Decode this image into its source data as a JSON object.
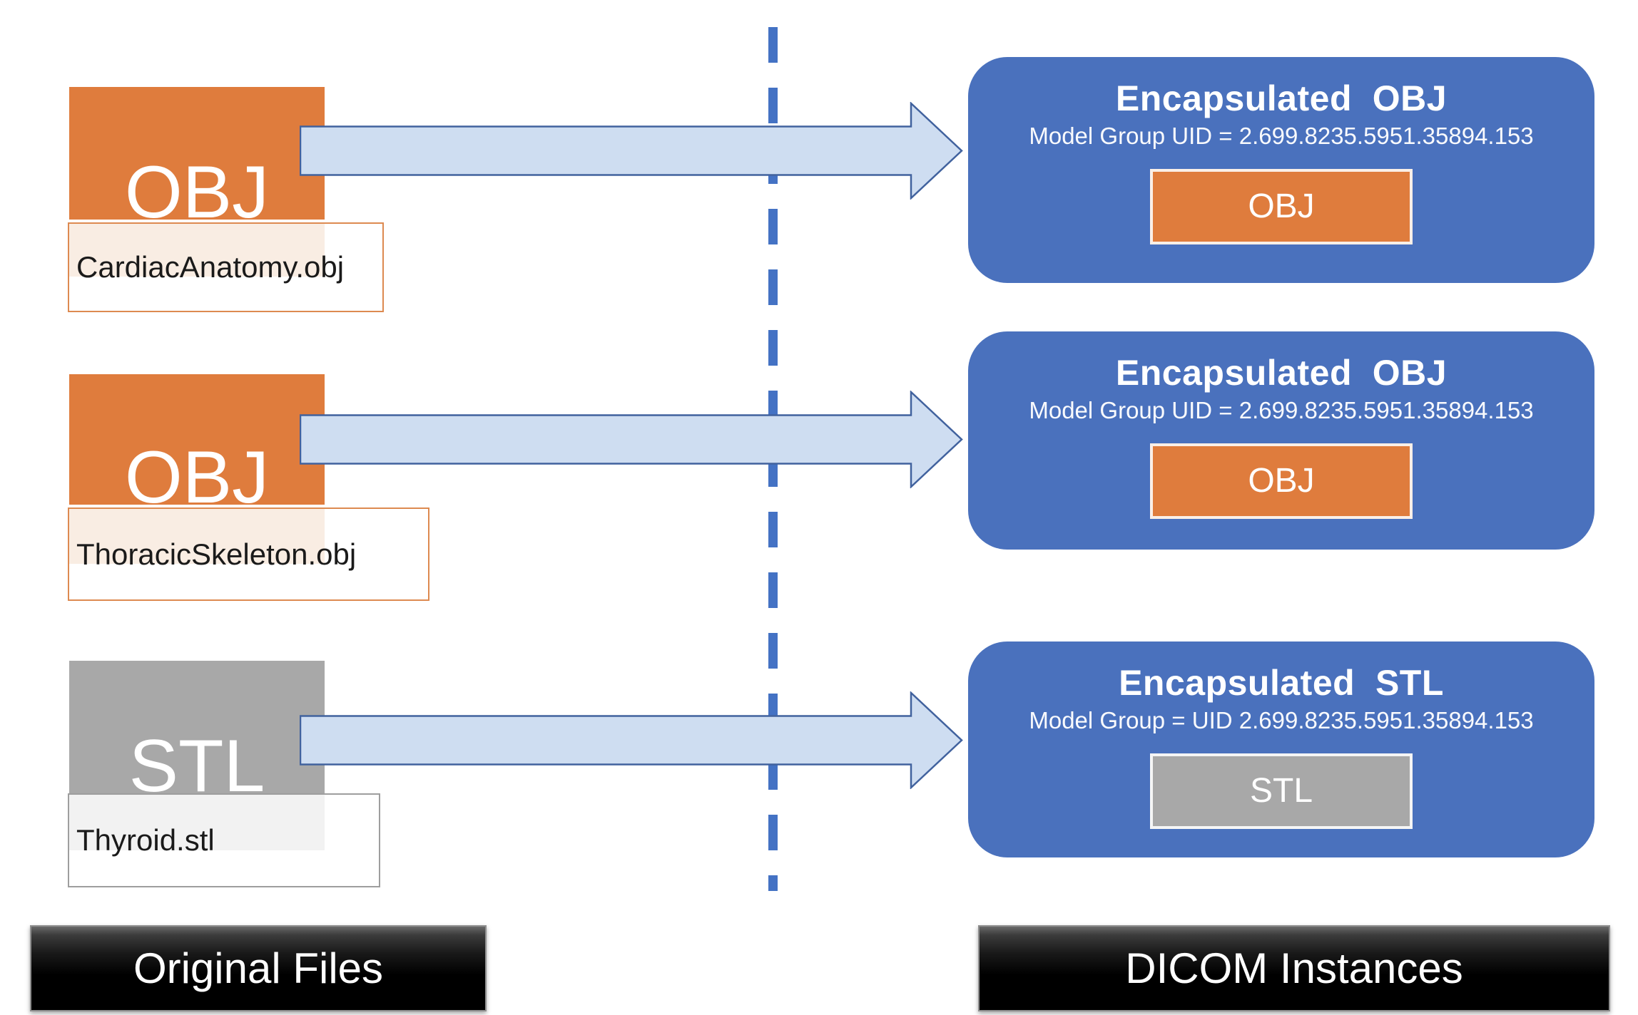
{
  "original_files": {
    "section_label": "Original Files",
    "files": [
      {
        "type_label": "OBJ",
        "filename": "CardiacAnatomy.obj"
      },
      {
        "type_label": "OBJ",
        "filename": "ThoracicSkeleton.obj"
      },
      {
        "type_label": "STL",
        "filename": "Thyroid.stl"
      }
    ]
  },
  "dicom_instances": {
    "section_label": "DICOM Instances",
    "instances": [
      {
        "title": "Encapsulated  OBJ",
        "uid_line": "Model Group UID = 2.699.8235.5951.35894.153",
        "file_type": "OBJ"
      },
      {
        "title": "Encapsulated  OBJ",
        "uid_line": "Model Group UID = 2.699.8235.5951.35894.153",
        "file_type": "OBJ"
      },
      {
        "title": "Encapsulated  STL",
        "uid_line": "Model Group = UID 2.699.8235.5951.35894.153",
        "file_type": "STL"
      }
    ]
  },
  "colors": {
    "panel_blue": "#4A71BD",
    "dashed_divider_blue": "#4472C4",
    "arrow_fill": "#CEDDF1",
    "arrow_border": "#41629E",
    "obj_orange": "#DF7C3D",
    "pale_orange_tint": "#F9EDE3",
    "label_border_orange": "#DD8A50",
    "stl_gray": "#A8A8A8",
    "pale_gray_tint": "#F2F2F2",
    "label_border_gray": "#9E9E9E",
    "banner_black": "#000000",
    "text_white": "#FFFFFF"
  }
}
